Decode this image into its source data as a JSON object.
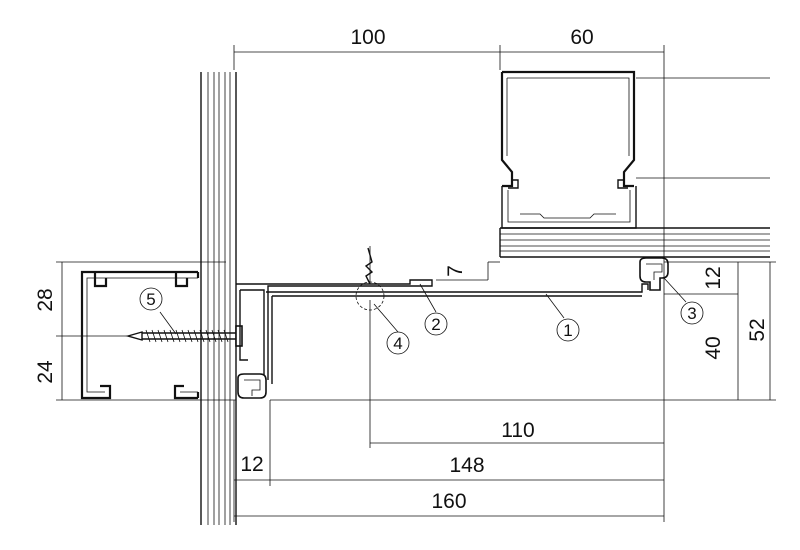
{
  "dimensions": {
    "top_100": "100",
    "top_60": "60",
    "left_28": "28",
    "left_24": "24",
    "step_7": "7",
    "right_12": "12",
    "right_40": "40",
    "right_52": "52",
    "bottom_12": "12",
    "bottom_110": "110",
    "bottom_148": "148",
    "bottom_160": "160"
  },
  "callouts": {
    "part_1": "1",
    "part_2": "2",
    "part_3": "3",
    "part_4": "4",
    "part_5": "5"
  }
}
